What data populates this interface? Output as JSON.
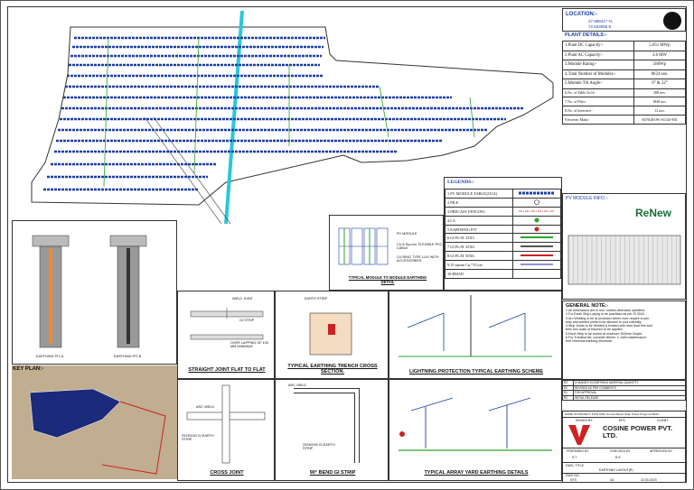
{
  "location": {
    "label": "LOCATION:-",
    "coord_n": "27.968417 N,",
    "coord_e": "72.533056 E"
  },
  "plant_details": {
    "title": "PLANT DETAILS:-",
    "rows": [
      {
        "label": "1.Plant DC Capacity:-",
        "value": "5.051 MWp"
      },
      {
        "label": "2.Plant AC Capacity:-",
        "value": "3.6 MW"
      },
      {
        "label": "3.Module Rating:-",
        "value": "580Wp"
      },
      {
        "label": "4.Total Number of Modules:-",
        "value": "8624 nos."
      },
      {
        "label": "5.Module Tilt Angle:-",
        "value": "6° & 22°"
      }
    ],
    "small_rows": [
      {
        "label": "6.No. of Table 2x14:-",
        "value": "308 nos."
      },
      {
        "label": "7.No. of Piles:-",
        "value": "1848 nos."
      },
      {
        "label": "8.No. of Inverters:-",
        "value": "12 nos."
      },
      {
        "label": "9.Inverter Make:",
        "value": "SUNGROW SG320-HX"
      }
    ]
  },
  "pv_module_info": {
    "label": "PV MODULE INFO.:-",
    "brand": "ReNew"
  },
  "general_note": {
    "heading": "GENERAL NOTE:-",
    "lines": [
      "1.All dimensions are in mm. unless otherwise specified.",
      "2.For Earth Strip Laying to be practised as per IS 3043.",
      "3.Arc Welding to be at provision where ever require to join",
      "strip and welded joints to be allowed to cool naturally.",
      "4.Strip Joints to be Welded & treated with read lead first and",
      "then two coats of bitumen to be applied.",
      "5.Earth Strip to be buried at minimum 300/mm Depth.",
      "6.For Transformer, consider 80mm. x Joint maintenance",
      "free chemical earthing electrode."
    ]
  },
  "legends": {
    "heading": "LEGENDS:-",
    "items": [
      "1.PV MODULE TABLE(2X14)",
      "2.PILE",
      "3.PRECAST FENCING",
      "4.LA",
      "5.EARTHING PIT",
      "6.GI FLAT 25X3",
      "7.GI FLAT 25X6",
      "8.GI FLAT 50X6",
      "9.35 sqmm Cu.*1Core",
      "10.RMAD"
    ],
    "colors": [
      "#1b3fa6",
      "#222",
      "#c22",
      "#222",
      "#c22",
      "#2aa52a",
      "#555",
      "#c22",
      "#22a",
      "#222"
    ]
  },
  "details": {
    "module_to_module": "TYPICAL MODULE TO MODULE EARTHING DETAIL",
    "pv_module_text": "PV MODULE",
    "cable_text": "CU 6 Sq.mm. FLEXIBLE PVC CABLE",
    "lug_text": "CU RING TYPE LUG WITH ACCESSORIES",
    "straight_joint": "STRAIGHT JOINT FLAT TO FLAT",
    "weld_joint": "WELD JOINT",
    "gi_strip": "GI STRIP",
    "overlap": "OVER LAPPING OF 100 MM MINIMUM",
    "trench": "TYPICAL EARTHING TRENCH CROSS SECTION.",
    "earth_strip": "EARTH STRIP",
    "lightning": "LIGHTNING PROTECTION TYPICAL EARTHING SCHEME",
    "cross_joint": "CROSS JOINT",
    "arc_weld": "ARC WELD",
    "cross_strip": "25X6/X50 GI EARTH STRIP",
    "bend": "90° BEND GI STRIP",
    "bend_strip": "25X6/X50 GI EARTH STRIP",
    "array_yard": "TYPICAL ARRAY YARD EARTHING DETAILS",
    "pit_a": "EARTHING PIT-A",
    "pit_b": "EARTHING PIT-B",
    "key_plan": "KEY PLAN:-"
  },
  "title_block": {
    "project_name": "NAME OF PROJECT: 5.051 MWp Ground Mount Solar Power Project at BAJU",
    "issued_by": "ISSUED BY",
    "epc": "EPC",
    "client": "CLIENT",
    "company": "COSINE POWER PVT. LTD.",
    "prepared_by": "PREPARED BY",
    "checked_by": "CHECKED BY",
    "approved_by": "APPROVED BY",
    "prepared_init": "S.T",
    "checked_init": "R.K",
    "dwg_title_label": "DWG. TITLE",
    "dwg_title": "EARTHING LAYOUT(R)",
    "dwg_no_label": "DWG NO.",
    "scale": "NTS",
    "size": "A3",
    "date": "22.03.2023"
  },
  "revisions": [
    [
      "R3",
      "CHANGES IN EARTHING MATERIAL QUANTITY"
    ],
    [
      "R2",
      "REVISED AS PER COMMENTS"
    ],
    [
      "R1",
      "FOR APPROVAL"
    ],
    [
      "R0",
      "INITIAL RELEASE"
    ]
  ]
}
